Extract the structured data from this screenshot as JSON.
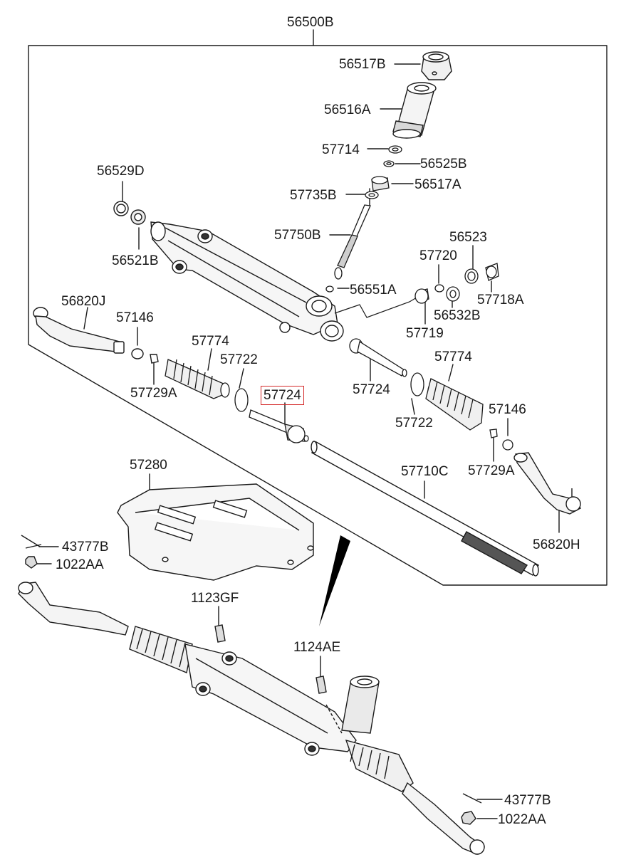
{
  "labels": {
    "assembly": "56500B",
    "bushing_cap": "56517B",
    "pinion_housing": "56516A",
    "seal_57714": "57714",
    "ring_56525B": "56525B",
    "bearing_56517A": "56517A",
    "washer_57735B": "57735B",
    "pinion_shaft": "57750B",
    "nut_56551A": "56551A",
    "ring_56529D": "56529D",
    "bushing_56521B": "56521B",
    "yoke_56523": "56523",
    "spring_57720": "57720",
    "plug_57718A": "57718A",
    "yoke_56532B": "56532B",
    "support_57719": "57719",
    "tie_end_left": "56820J",
    "nut_left": "57146",
    "clip_left": "57729A",
    "boot_left": "57774",
    "band_left": "57722",
    "inner_rod_left": "57724",
    "inner_rod_right": "57724",
    "boot_right": "57774",
    "band_right": "57722",
    "nut_right": "57146",
    "clip_right": "57729A",
    "rack_bar": "57710C",
    "tie_end_right": "56820H",
    "heat_shield": "57280",
    "pin_left": "43777B",
    "castle_nut_left": "1022AA",
    "bolt_1123GF": "1123GF",
    "bolt_1124AE": "1124AE",
    "pin_right": "43777B",
    "castle_nut_right": "1022AA"
  },
  "highlight_color": "#d42a2a"
}
